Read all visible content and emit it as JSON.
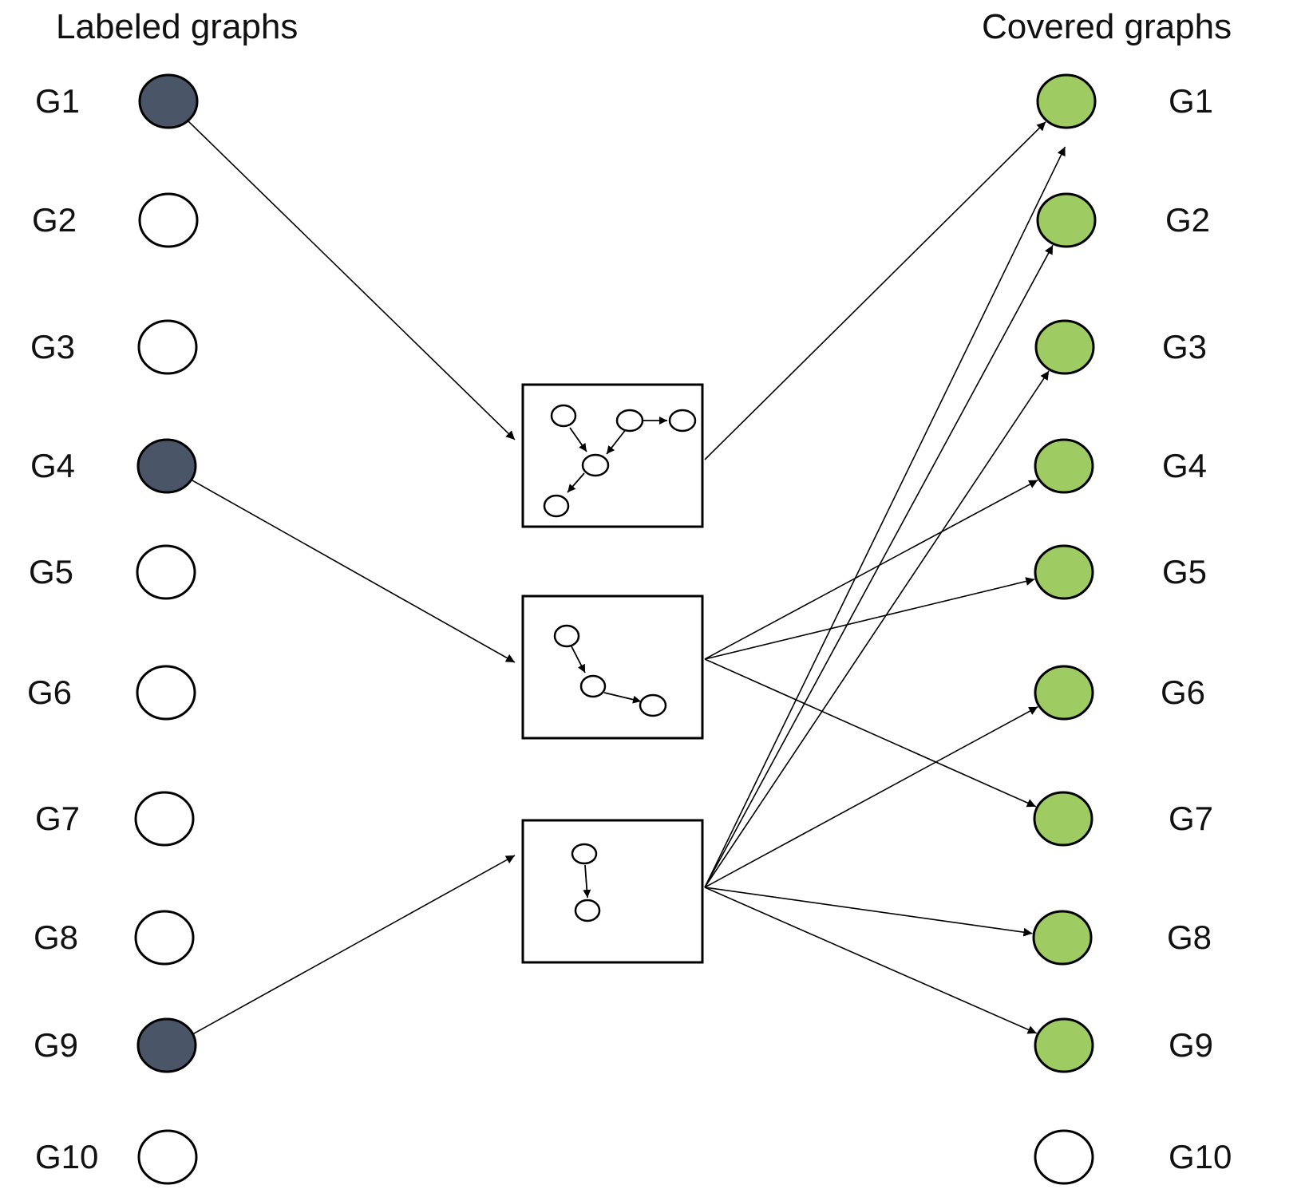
{
  "headings": {
    "left": "Labeled graphs",
    "right": "Covered graphs"
  },
  "colors": {
    "labeled": "#4a5568",
    "covered": "#9ecb62",
    "empty": "#ffffff"
  },
  "labeled_graphs": [
    {
      "label": "G1",
      "state": "labeled"
    },
    {
      "label": "G2",
      "state": "empty"
    },
    {
      "label": "G3",
      "state": "empty"
    },
    {
      "label": "G4",
      "state": "labeled"
    },
    {
      "label": "G5",
      "state": "empty"
    },
    {
      "label": "G6",
      "state": "empty"
    },
    {
      "label": "G7",
      "state": "empty"
    },
    {
      "label": "G8",
      "state": "empty"
    },
    {
      "label": "G9",
      "state": "labeled"
    },
    {
      "label": "G10",
      "state": "empty"
    }
  ],
  "covered_graphs": [
    {
      "label": "G1",
      "state": "covered"
    },
    {
      "label": "G2",
      "state": "covered"
    },
    {
      "label": "G3",
      "state": "covered"
    },
    {
      "label": "G4",
      "state": "covered"
    },
    {
      "label": "G5",
      "state": "covered"
    },
    {
      "label": "G6",
      "state": "covered"
    },
    {
      "label": "G7",
      "state": "covered"
    },
    {
      "label": "G8",
      "state": "covered"
    },
    {
      "label": "G9",
      "state": "covered"
    },
    {
      "label": "G10",
      "state": "empty"
    }
  ],
  "patterns": [
    {
      "source": "G1",
      "covers": [
        "G1"
      ]
    },
    {
      "source": "G4",
      "covers": [
        "G4",
        "G5",
        "G7"
      ]
    },
    {
      "source": "G9",
      "covers": [
        "G1",
        "G2",
        "G3",
        "G6",
        "G8",
        "G9"
      ]
    }
  ]
}
